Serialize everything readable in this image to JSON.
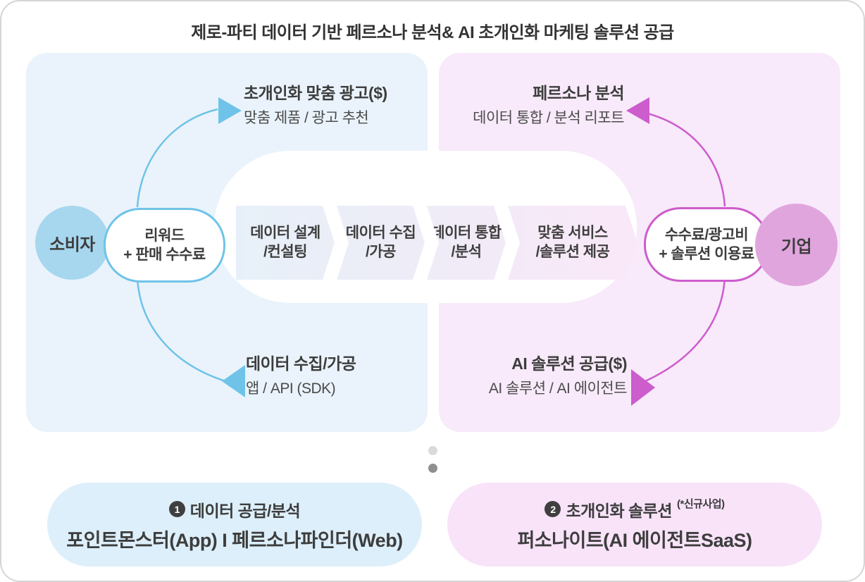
{
  "title": "제로-파티 데이터 기반 페르소나 분석& AI 초개인화 마케팅 솔루션 공급",
  "left": {
    "actor": "소비자",
    "pill": [
      "리워드",
      "+ 판매 수수료"
    ],
    "top_flow": {
      "title": "초개인화 맞춤 광고($)",
      "subtitle": "맞춤 제품 / 광고 추천"
    },
    "bottom_flow": {
      "title": "데이터 수집/가공",
      "subtitle": "앱 / API (SDK)"
    }
  },
  "right": {
    "actor": "기업",
    "pill": [
      "수수료/광고비",
      "+ 솔루션 이용료"
    ],
    "top_flow": {
      "title": "페르소나 분석",
      "subtitle": "데이터 통합 / 분석 리포트"
    },
    "bottom_flow": {
      "title": "AI 솔루션 공급($)",
      "subtitle": "AI 솔루션 / AI 에이전트"
    }
  },
  "process": {
    "steps": [
      {
        "line1": "데이터 설계",
        "line2": "/컨설팅"
      },
      {
        "line1": "데이터 수집",
        "line2": "/가공"
      },
      {
        "line1": "데이터 통합",
        "line2": "/분석"
      },
      {
        "line1": "맞춤 서비스",
        "line2": "/솔루션 제공"
      }
    ]
  },
  "cards": {
    "left": {
      "badge_number": "1",
      "line1": "데이터 공급/분석",
      "line2": "포인트몬스터(App) I 페르소나파인더(Web)"
    },
    "right": {
      "badge_number": "2",
      "line1": "초개인화 솔루션",
      "superscript": "(*신규사업)",
      "line2": "퍼소나이트(AI 에이전트SaaS)"
    }
  },
  "colors": {
    "left_panel_bg": "#eaf3fb",
    "right_panel_bg": "#f8eafa",
    "consumer_circle": "#a7d7ef",
    "corp_circle": "#e1a5dd",
    "blue_accent": "#6fc3e8",
    "pink_accent": "#cd5ccd",
    "card_left_bg": "#ddeffa",
    "card_right_bg": "#f8e3f9",
    "title_text": "#333333",
    "body_text": "#3d3d3d"
  }
}
